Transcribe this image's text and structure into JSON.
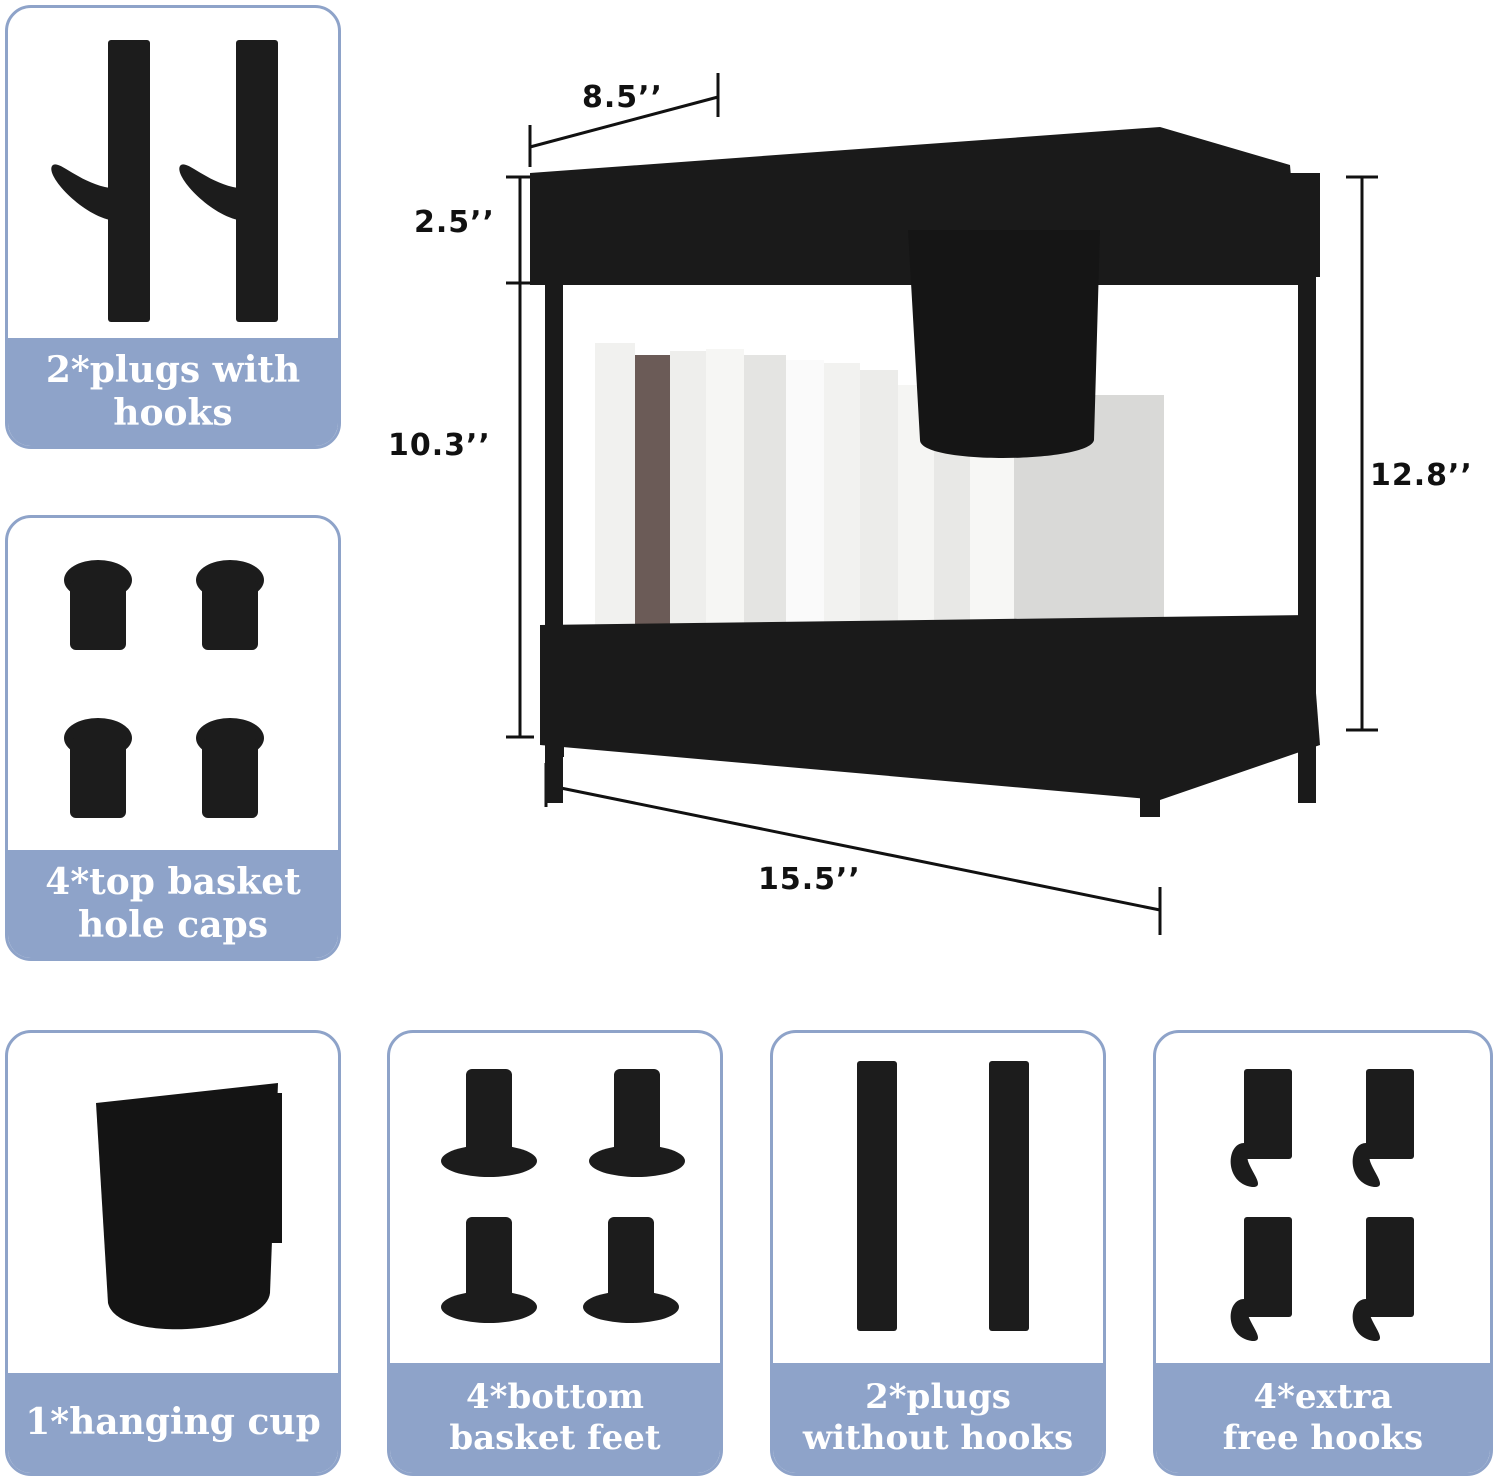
{
  "parts": {
    "plugs_with_hooks": "2*plugs with\nhooks",
    "hole_caps": "4*top basket\nhole caps",
    "hanging_cup": "1*hanging cup",
    "bottom_feet": "4*bottom\nbasket feet",
    "plugs_without_hooks": "2*plugs\nwithout hooks",
    "extra_hooks": "4*extra\nfree hooks"
  },
  "dimensions": {
    "depth": "8.5’’",
    "top_height": "2.5’’",
    "lower_height": "10.3’’",
    "total_height": "12.8’’",
    "width": "15.5’’"
  },
  "colors": {
    "accent": "#8ea3c9",
    "product": "#1a1a1a",
    "label_text": "#ffffff"
  }
}
